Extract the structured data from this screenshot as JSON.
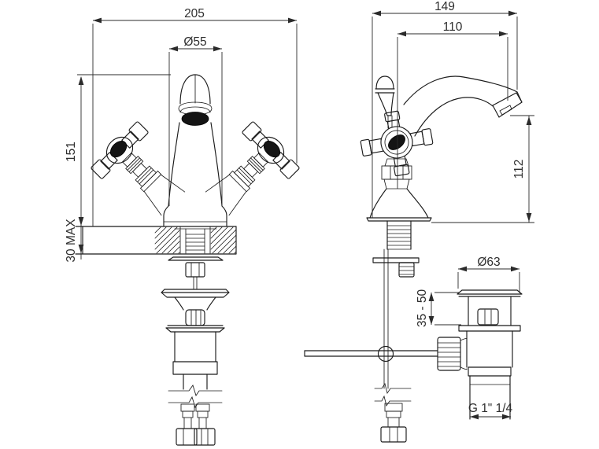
{
  "drawing": {
    "title": "basin-mixer-technical-drawing",
    "front_view": {
      "dims": {
        "overall_width": "205",
        "body_diameter": "Ø55",
        "height_above_deck": "151",
        "deck_thickness_max": "30 MAX"
      }
    },
    "side_view": {
      "dims": {
        "overall_depth": "149",
        "spout_reach": "110",
        "spout_height": "112",
        "waste_flange_diameter": "Ø63",
        "waste_clamp_range": "35 - 50",
        "waste_thread": "G 1\" 1/4"
      }
    },
    "colors": {
      "line": "#1b1b1b",
      "text": "#2e2e2e",
      "background": "#ffffff"
    }
  }
}
